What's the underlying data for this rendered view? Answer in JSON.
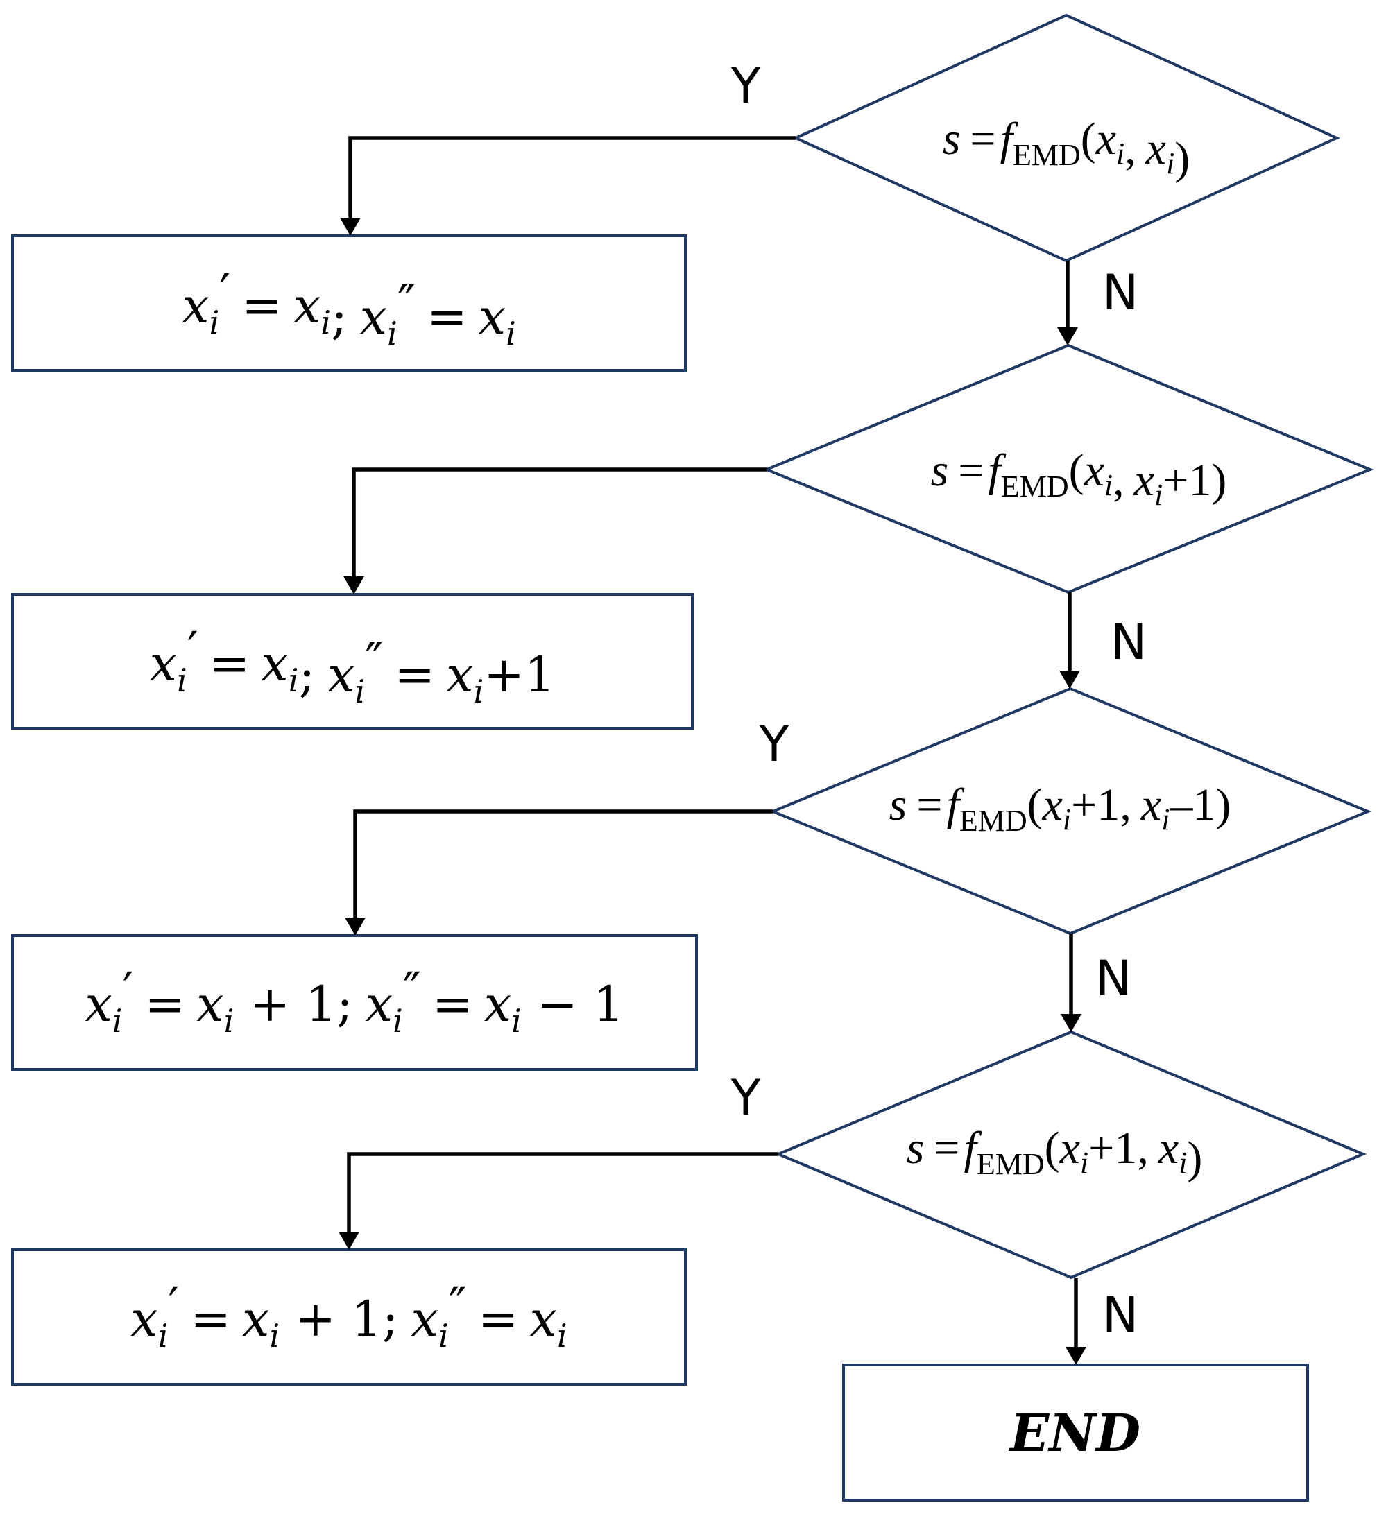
{
  "labels": {
    "yes": "Y",
    "no": "N"
  },
  "conditions": [
    {
      "s": "s",
      "eq": "=",
      "f": "f",
      "sub": "EMD",
      "open": "(",
      "a": "x",
      "a_sub": "i",
      "a_rest": "",
      "comma": ",",
      "b": "x",
      "b_sub": "i",
      "b_rest": "",
      "close": ")"
    },
    {
      "s": "s",
      "eq": "=",
      "f": "f",
      "sub": "EMD",
      "open": "(",
      "a": "x",
      "a_sub": "i",
      "a_rest": "",
      "comma": ",",
      "b": "x",
      "b_sub": "i",
      "b_rest": "+1",
      "close": ")"
    },
    {
      "s": "s",
      "eq": "=",
      "f": "f",
      "sub": "EMD",
      "open": "(",
      "a": "x",
      "a_sub": "i",
      "a_rest": "+1",
      "comma": ",",
      "b": "x",
      "b_sub": "i",
      "b_rest": "–1",
      "close": ")"
    },
    {
      "s": "s",
      "eq": "=",
      "f": "f",
      "sub": "EMD",
      "open": "(",
      "a": "x",
      "a_sub": "i",
      "a_rest": "+1",
      "comma": ",",
      "b": "x",
      "b_sub": "i",
      "b_rest": "",
      "close": ")"
    }
  ],
  "actions": [
    {
      "x1": "x",
      "s1": "i",
      "p1": "′",
      "eq1": "=",
      "v1": "x",
      "vs1": "i",
      "r1": "",
      "semi": ";",
      "x2": "x",
      "s2": "i",
      "p2": "″",
      "eq2": "=",
      "v2": "x",
      "vs2": "i",
      "r2": ""
    },
    {
      "x1": "x",
      "s1": "i",
      "p1": "′",
      "eq1": "=",
      "v1": "x",
      "vs1": "i",
      "r1": "",
      "semi": ";",
      "x2": "x",
      "s2": "i",
      "p2": "″",
      "eq2": "=",
      "v2": "x",
      "vs2": "i",
      "r2": "+1"
    },
    {
      "x1": "x",
      "s1": "i",
      "p1": "′",
      "eq1": "=",
      "v1": "x",
      "vs1": "i",
      "r1": " + 1",
      "semi": ";",
      "x2": "x",
      "s2": "i",
      "p2": "″",
      "eq2": "=",
      "v2": "x",
      "vs2": "i",
      "r2": " − 1"
    },
    {
      "x1": "x",
      "s1": "i",
      "p1": "′",
      "eq1": "=",
      "v1": "x",
      "vs1": "i",
      "r1": " + 1",
      "semi": ";",
      "x2": "x",
      "s2": "i",
      "p2": "″",
      "eq2": "=",
      "v2": "x",
      "vs2": "i",
      "r2": ""
    }
  ],
  "end": {
    "label": "END"
  },
  "colors": {
    "shape_stroke": "#1f3864",
    "connector": "#000000",
    "background": "#ffffff"
  }
}
